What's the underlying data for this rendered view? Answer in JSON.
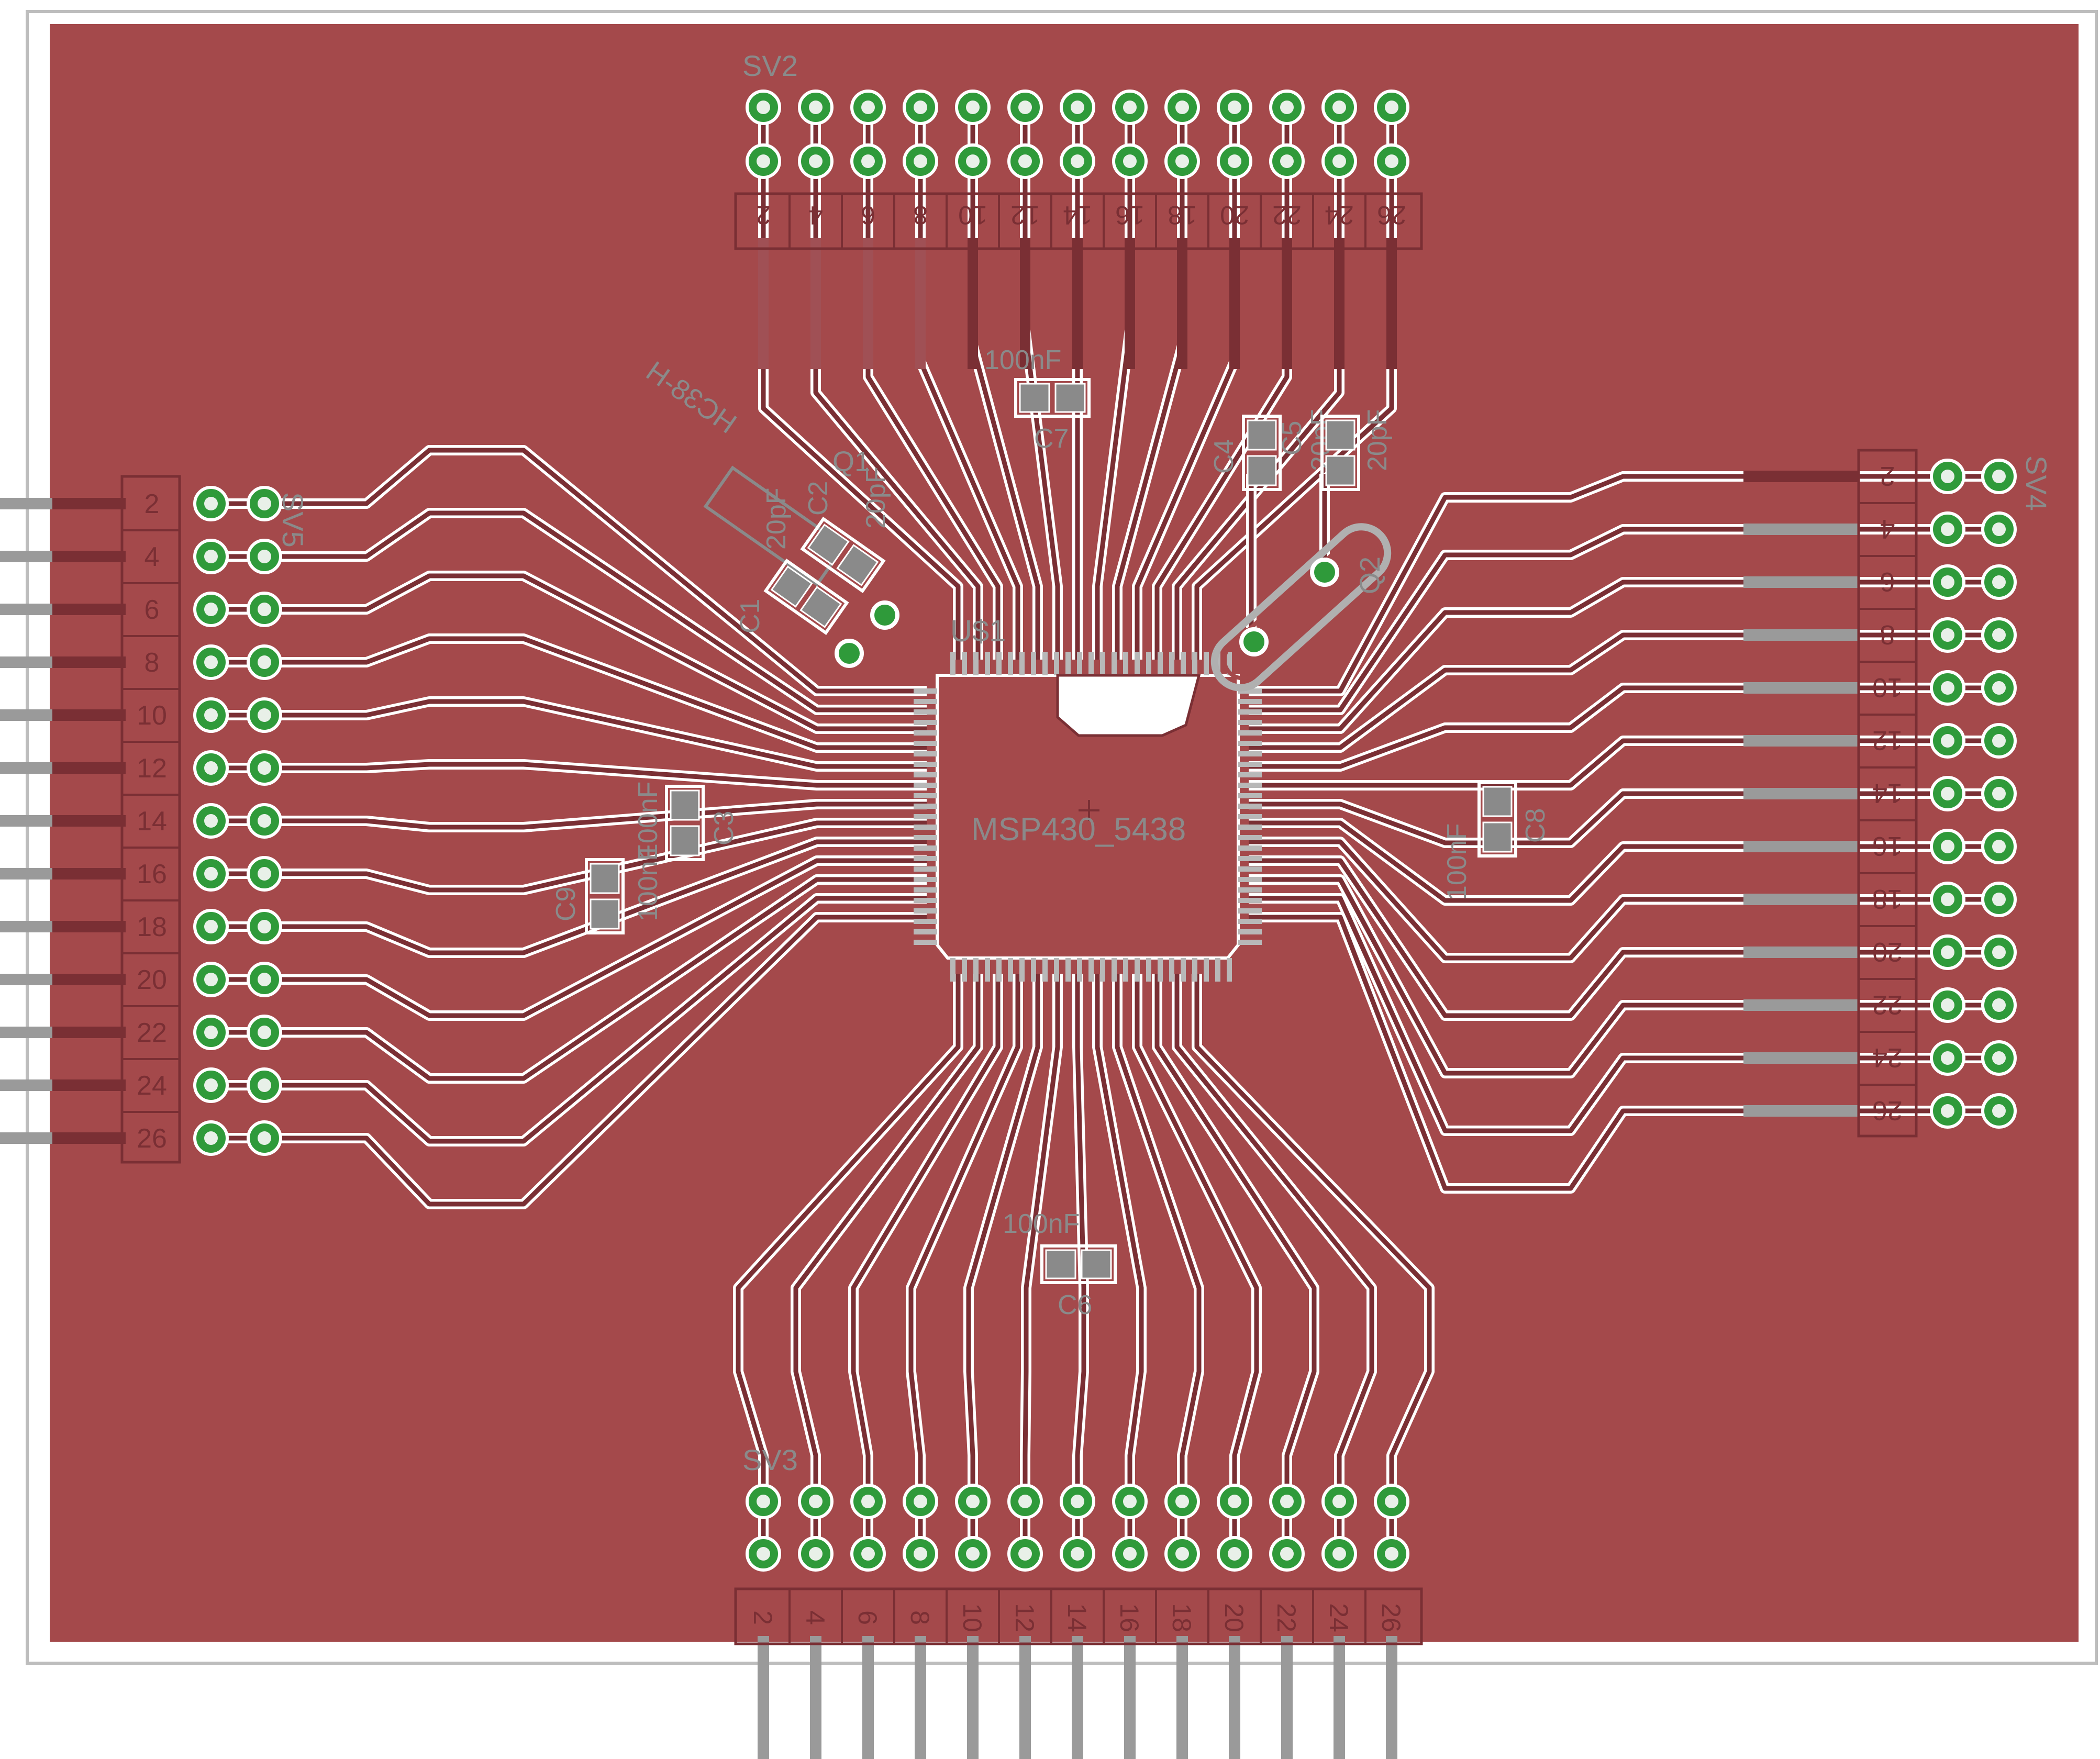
{
  "colors": {
    "board_outline": "#bdbdbd",
    "copper": "#a4494b",
    "trace_outline": "#ffffff",
    "trace_line": "#7a2f34",
    "pad_green": "#2f9a3a",
    "pad_ring": "#5fbf5f",
    "silk": "#8a8a8a",
    "pin_metal": "#9a9a9a",
    "pin_dark": "#7a2f34"
  },
  "parts": {
    "chip": {
      "name": "MSP430_5438",
      "ref": "U$1"
    },
    "crystal": {
      "name": "HC38-H",
      "ref": "Q1"
    },
    "crystal2_ref": "Q2",
    "caps": [
      {
        "ref": "C7",
        "value": "100nF"
      },
      {
        "ref": "C6",
        "value": "100nF"
      },
      {
        "ref": "C3",
        "value": "100nF"
      },
      {
        "ref": "C9",
        "value": "100nF"
      },
      {
        "ref": "C8",
        "value": "100nF"
      },
      {
        "ref": "C4",
        "value": "20pF"
      },
      {
        "ref": "C5",
        "value": "20pF"
      },
      {
        "ref": "C1",
        "value": "20pF"
      },
      {
        "ref": "C2",
        "value": "20pF"
      }
    ]
  },
  "headers": {
    "top": {
      "ref": "SV2",
      "pins": [
        "2",
        "4",
        "6",
        "8",
        "10",
        "12",
        "14",
        "16",
        "18",
        "20",
        "22",
        "24",
        "26"
      ]
    },
    "bottom": {
      "ref": "SV3",
      "pins": [
        "2",
        "4",
        "6",
        "8",
        "10",
        "12",
        "14",
        "16",
        "18",
        "20",
        "22",
        "24",
        "26"
      ]
    },
    "left": {
      "ref": "SV5",
      "pins": [
        "2",
        "4",
        "6",
        "8",
        "10",
        "12",
        "14",
        "16",
        "18",
        "20",
        "22",
        "24",
        "26"
      ]
    },
    "right": {
      "ref": "SV4",
      "pins": [
        "2",
        "4",
        "6",
        "8",
        "10",
        "12",
        "14",
        "16",
        "18",
        "20",
        "22",
        "24",
        "26"
      ]
    }
  }
}
